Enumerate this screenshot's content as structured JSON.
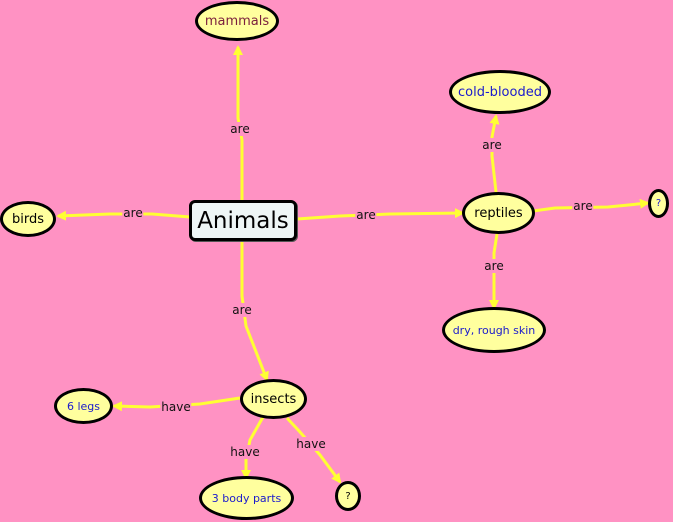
{
  "colors": {
    "background": "#ff92c3",
    "node_fill": "#ffff9e",
    "root_fill": "#eef6f6",
    "arrow": "#ffff33",
    "blue_text": "#1a1acd",
    "maroon_text": "#7a1f3d"
  },
  "nodes": {
    "animals": "Animals",
    "mammals": "mammals",
    "birds": "birds",
    "reptiles": "reptiles",
    "insects": "insects",
    "cold_blooded": "cold-blooded",
    "dry_skin": "dry, rough skin",
    "reptile_unknown": "?",
    "six_legs": "6 legs",
    "body_parts": "3 body parts",
    "insect_unknown": "?"
  },
  "links": {
    "animals_mammals": "are",
    "animals_birds": "are",
    "animals_reptiles": "are",
    "animals_insects": "are",
    "reptiles_cold": "are",
    "reptiles_skin": "are",
    "reptiles_unknown": "are",
    "insects_legs": "have",
    "insects_parts": "have",
    "insects_unknown": "have"
  }
}
